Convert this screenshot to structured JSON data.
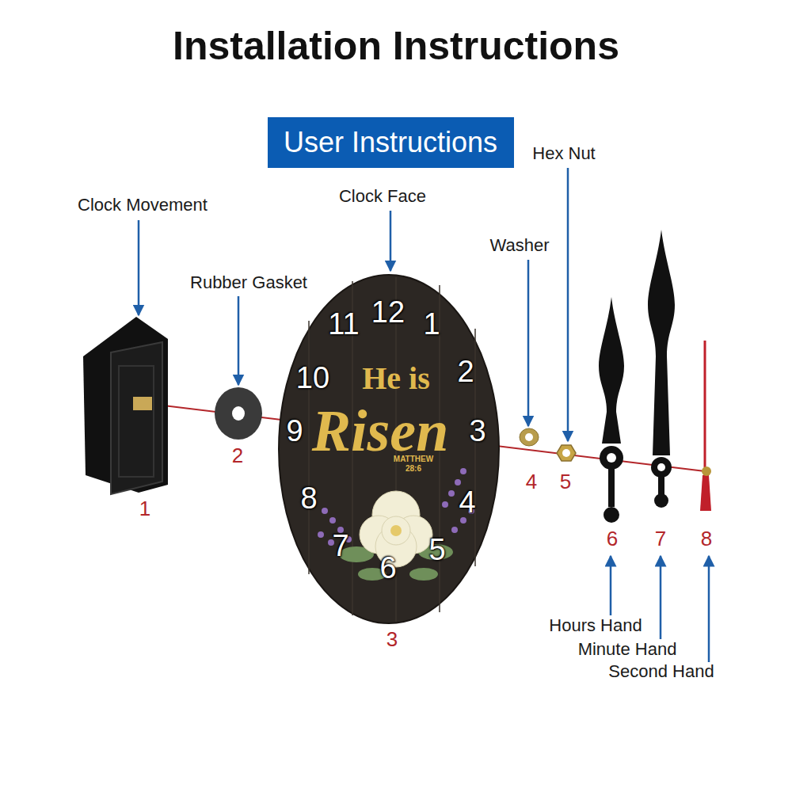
{
  "diagram": {
    "title": "Installation Instructions",
    "nodes": [
      {
        "text": [
          "User Instructions"
        ]
      },
      {
        "text": [
          "12",
          "1",
          "2",
          "3",
          "4",
          "5",
          "6",
          "7",
          "8",
          "9",
          "10",
          "11",
          "He is",
          "Risen",
          "MATTHEW 28:6"
        ]
      }
    ],
    "labels": [
      "Clock Movement",
      "Rubber Gasket",
      "Clock Face",
      "Washer",
      "Hex Nut",
      "1",
      "2",
      "3",
      "4",
      "5",
      "6",
      "7",
      "8",
      "Hours Hand",
      "Minute Hand",
      "Second Hand"
    ]
  }
}
